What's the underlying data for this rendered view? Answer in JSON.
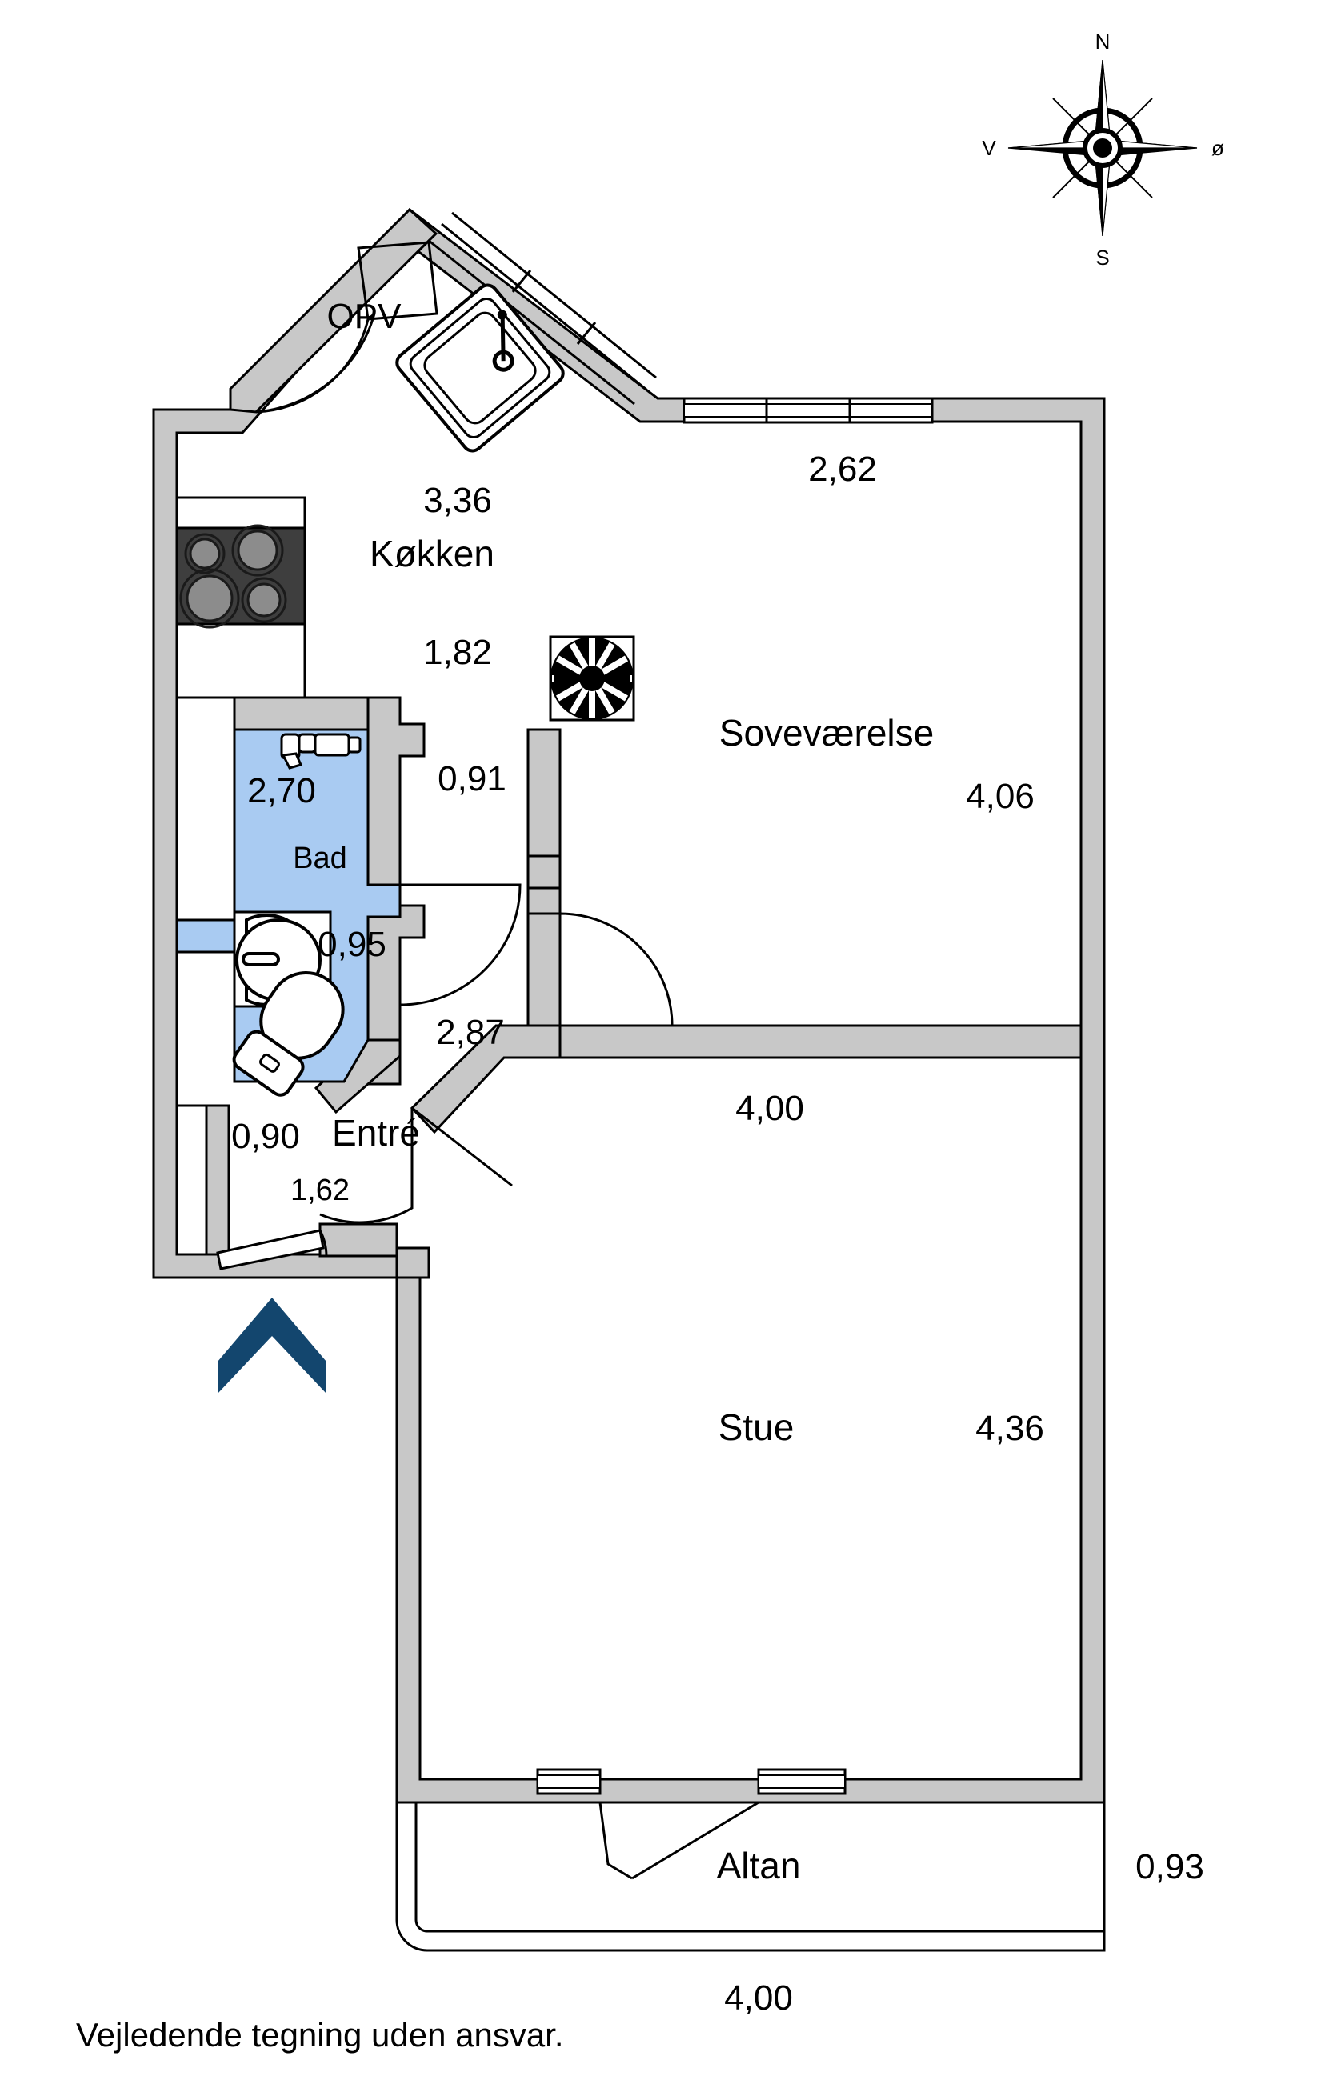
{
  "drawing": {
    "type": "floor-plan",
    "disclaimer": "Vejledende tegning uden ansvar.",
    "colors": {
      "wall_fill": "#C8C8C8",
      "wall_stroke": "#000000",
      "floor_fill": "#FFFFFF",
      "bath_fill": "#A9CBF2",
      "stove_fill": "#3E3E3E",
      "stove_burner": "#8C8C8C",
      "entry_arrow": "#13466E",
      "text": "#000000"
    }
  },
  "compass": {
    "name": "compass-rose",
    "north": "N",
    "south": "S",
    "west": "V",
    "east": "ø"
  },
  "rooms": [
    {
      "key": "kokken",
      "label": "Køkken",
      "dims": [
        "3,36",
        "1,82"
      ]
    },
    {
      "key": "bad",
      "label": "Bad",
      "dims": [
        "2,70",
        "0,95"
      ]
    },
    {
      "key": "entre",
      "label": "Entré",
      "dims": [
        "0,90",
        "1,62"
      ]
    },
    {
      "key": "sovevaerelse",
      "label": "Soveværelse",
      "dims": [
        "2,62",
        "4,06"
      ]
    },
    {
      "key": "stue",
      "label": "Stue",
      "dims": [
        "4,00",
        "4,36"
      ]
    },
    {
      "key": "altan",
      "label": "Altan",
      "dims": [
        "4,00",
        "0,93"
      ]
    }
  ],
  "labels": {
    "opv": "OPV",
    "kokken": "Køkken",
    "bad": "Bad",
    "entre": "Entré",
    "sovevaerelse": "Soveværelse",
    "stue": "Stue",
    "altan": "Altan"
  },
  "dimensions": {
    "kokken_w": "3,36",
    "kokken_h": "1,82",
    "bad_w": "2,70",
    "bad_h": "0,95",
    "hall_w": "0,91",
    "hall_h": "2,87",
    "entre_w": "0,90",
    "entre_h": "1,62",
    "sove_w": "2,62",
    "sove_h": "4,06",
    "stue_w": "4,00",
    "stue_h": "4,36",
    "altan_w": "4,00",
    "altan_h": "0,93"
  },
  "fixtures": [
    {
      "name": "dishwasher",
      "code": "OPV"
    },
    {
      "name": "kitchen-sink"
    },
    {
      "name": "cooktop-4-burner"
    },
    {
      "name": "bathroom-sink"
    },
    {
      "name": "toilet"
    },
    {
      "name": "washing-machine-connection"
    },
    {
      "name": "spiral-stair-vent"
    },
    {
      "name": "entry-direction-arrow"
    }
  ],
  "footer": {
    "disclaimer": "Vejledende tegning uden ansvar."
  }
}
